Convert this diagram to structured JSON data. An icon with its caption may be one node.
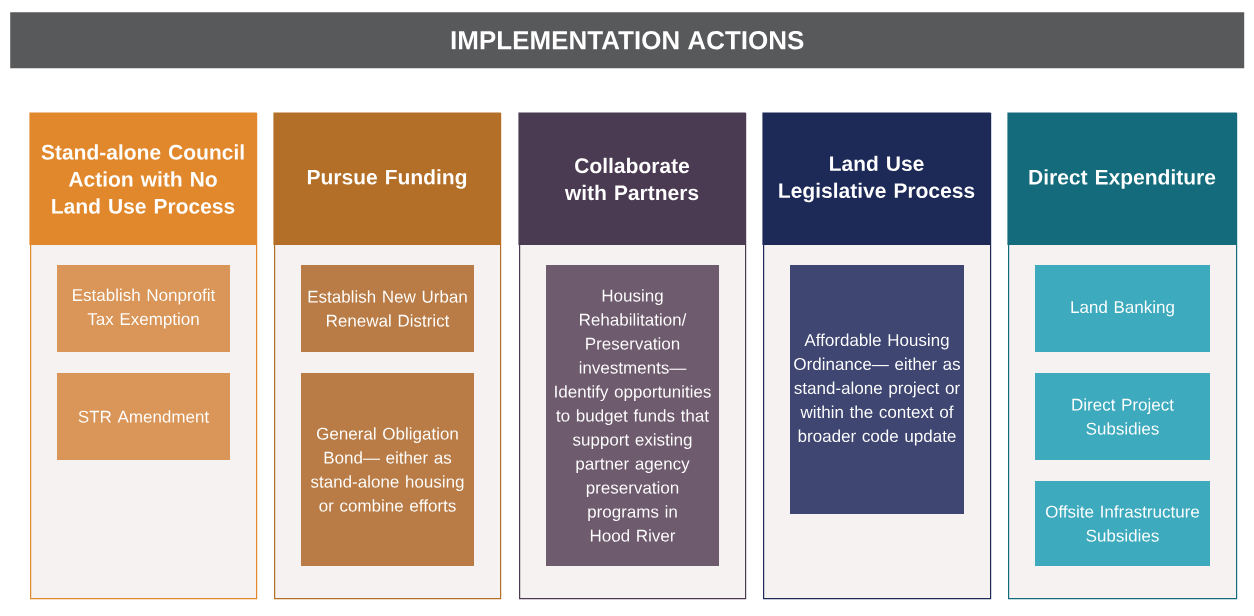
{
  "diagram": {
    "title": "IMPLEMENTATION ACTIONS",
    "nodes": [
      {
        "text": [
          "Stand-alone Council Action with No Land Use Process"
        ]
      },
      {
        "text": [
          "Establish Nonprofit Tax Exemption"
        ],
        "in": 0
      },
      {
        "text": [
          "STR Amendment"
        ],
        "in": 0
      },
      {
        "text": [
          "Pursue Funding"
        ]
      },
      {
        "text": [
          "Establish New Urban Renewal District"
        ],
        "in": 3
      },
      {
        "text": [
          "General Obligation Bond— either as stand-alone housing or combine efforts"
        ],
        "in": 3
      },
      {
        "text": [
          "Collaborate with Partners"
        ]
      },
      {
        "text": [
          "Housing Rehabilitation/ Preservation investments— Identify opportunities to budget funds that support existing partner agency preservation programs in Hood River"
        ],
        "in": 6
      },
      {
        "text": [
          "Land Use Legislative Process"
        ]
      },
      {
        "text": [
          "Affordable Housing Ordinance— either as stand-alone project or within the context of broader code update"
        ],
        "in": 8
      },
      {
        "text": [
          "Direct Expenditure"
        ]
      },
      {
        "text": [
          "Land Banking"
        ],
        "in": 10
      },
      {
        "text": [
          "Direct Project Subsidies"
        ],
        "in": 10
      },
      {
        "text": [
          "Offsite Infrastructure Subsidies"
        ],
        "in": 10
      }
    ]
  }
}
